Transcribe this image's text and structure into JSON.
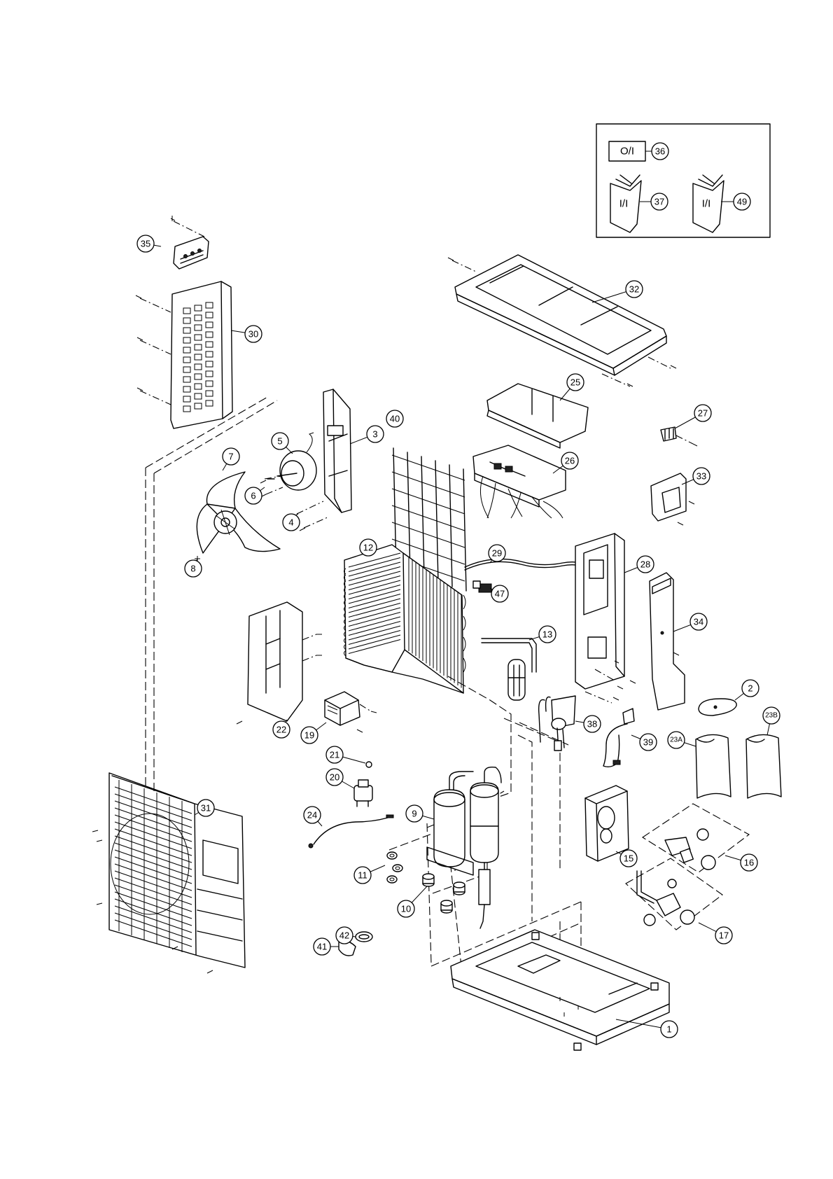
{
  "documents": {
    "oi_label": "O/I",
    "ii_label_a": "I/I",
    "ii_label_b": "I/I"
  },
  "callouts": [
    "1",
    "2",
    "3",
    "4",
    "5",
    "6",
    "7",
    "8",
    "9",
    "10",
    "11",
    "12",
    "13",
    "15",
    "16",
    "17",
    "19",
    "20",
    "21",
    "22",
    "23A",
    "23B",
    "24",
    "25",
    "26",
    "27",
    "28",
    "29",
    "30",
    "31",
    "32",
    "33",
    "34",
    "35",
    "36",
    "37",
    "38",
    "39",
    "40",
    "41",
    "42",
    "47",
    "49"
  ]
}
